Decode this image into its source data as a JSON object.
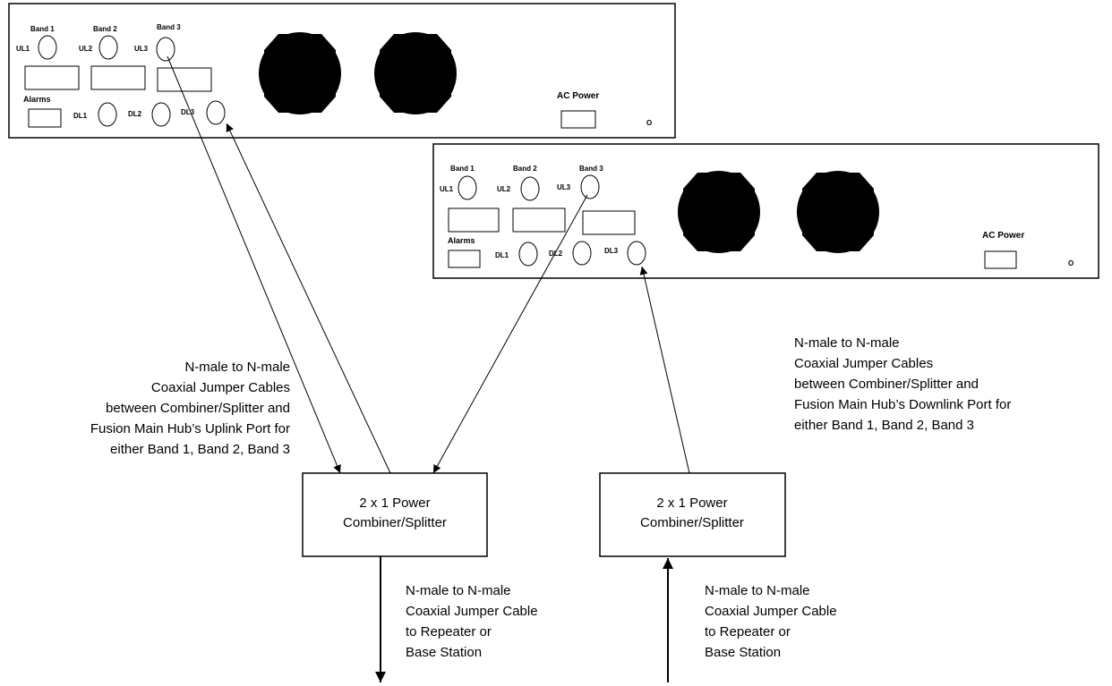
{
  "hub1": {
    "band1": "Band 1",
    "band2": "Band 2",
    "band3": "Band 3",
    "ul1": "UL1",
    "ul2": "UL2",
    "ul3": "UL3",
    "dl1": "DL1",
    "dl2": "DL2",
    "dl3": "DL3",
    "alarms": "Alarms",
    "ac_power": "AC Power",
    "power_indicator": "O"
  },
  "hub2": {
    "band1": "Band 1",
    "band2": "Band 2",
    "band3": "Band 3",
    "ul1": "UL1",
    "ul2": "UL2",
    "ul3": "UL3",
    "dl1": "DL1",
    "dl2": "DL2",
    "dl3": "DL3",
    "alarms": "Alarms",
    "ac_power": "AC Power",
    "power_indicator": "O"
  },
  "combiner_left": {
    "line1": "2 x 1 Power",
    "line2": "Combiner/Splitter"
  },
  "combiner_right": {
    "line1": "2 x 1 Power",
    "line2": "Combiner/Splitter"
  },
  "note_uplink": [
    "N-male to N-male",
    "Coaxial Jumper Cables",
    "between Combiner/Splitter and",
    "Fusion Main Hub’s Uplink Port for",
    "either Band 1, Band 2, Band 3"
  ],
  "note_downlink": [
    "N-male to N-male",
    "Coaxial Jumper Cables",
    "between Combiner/Splitter and",
    "Fusion Main Hub’s Downlink Port for",
    "either Band 1, Band 2, Band 3"
  ],
  "note_cable_left": [
    "N-male to N-male",
    "Coaxial Jumper Cable",
    "to Repeater or",
    "Base Station"
  ],
  "note_cable_right": [
    "N-male to N-male",
    "Coaxial Jumper Cable",
    "to Repeater or",
    "Base Station"
  ]
}
